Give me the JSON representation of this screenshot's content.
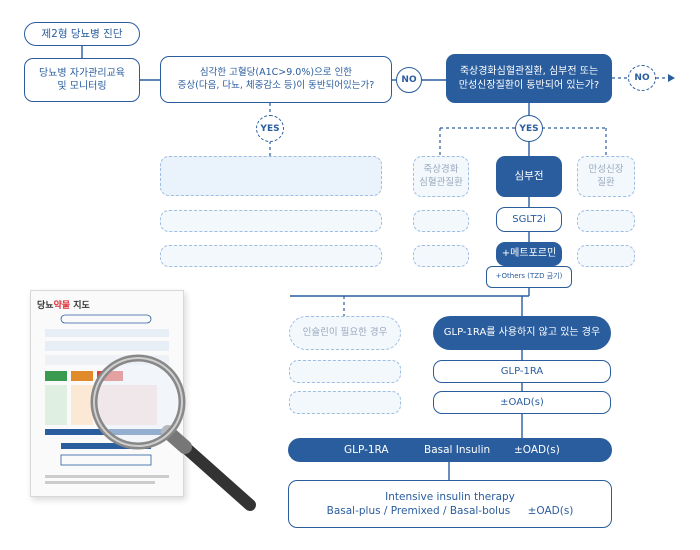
{
  "start": "제2형 당뇨병 진단",
  "education": "당뇨병 자가관리교육\n및 모니터링",
  "q1": "심각한 고혈당(A1C>9.0%)으로 인한\n증상(다음, 다뇨, 체중감소 등)이 동반되어있는가?",
  "q2": "죽상경화심혈관질환, 심부전 또는\n만성신장질환이 동반되어 있는가?",
  "no": "NO",
  "yes": "YES",
  "branch_ascvd": "죽상경화\n심혈관질환",
  "branch_hf": "심부전",
  "branch_ckd": "만성신장\n질환",
  "sglt2i": "SGLT2i",
  "metformin": "+메트포르민",
  "others": "+Others (TZD 금기)",
  "insulin_needed": "인슐린이 필요한 경우",
  "glp_not_used": "GLP-1RA를 사용하지 않고 있는 경우",
  "glp1ra": "GLP-1RA",
  "oad": "±OAD(s)",
  "bar": {
    "glp": "GLP-1RA",
    "basal": "Basal Insulin",
    "oad": "±OAD(s)"
  },
  "intensive": {
    "title": "Intensive insulin therapy",
    "line": "Basal-plus / Premixed / Basal-bolus",
    "oad": "±OAD(s)"
  },
  "thumbnail": {
    "title_a": "당뇨",
    "title_b": "약물",
    "title_c": " 지도"
  },
  "colors": {
    "primary": "#2a5d9e",
    "light": "#9dbde3",
    "accent": "#e0303a"
  }
}
